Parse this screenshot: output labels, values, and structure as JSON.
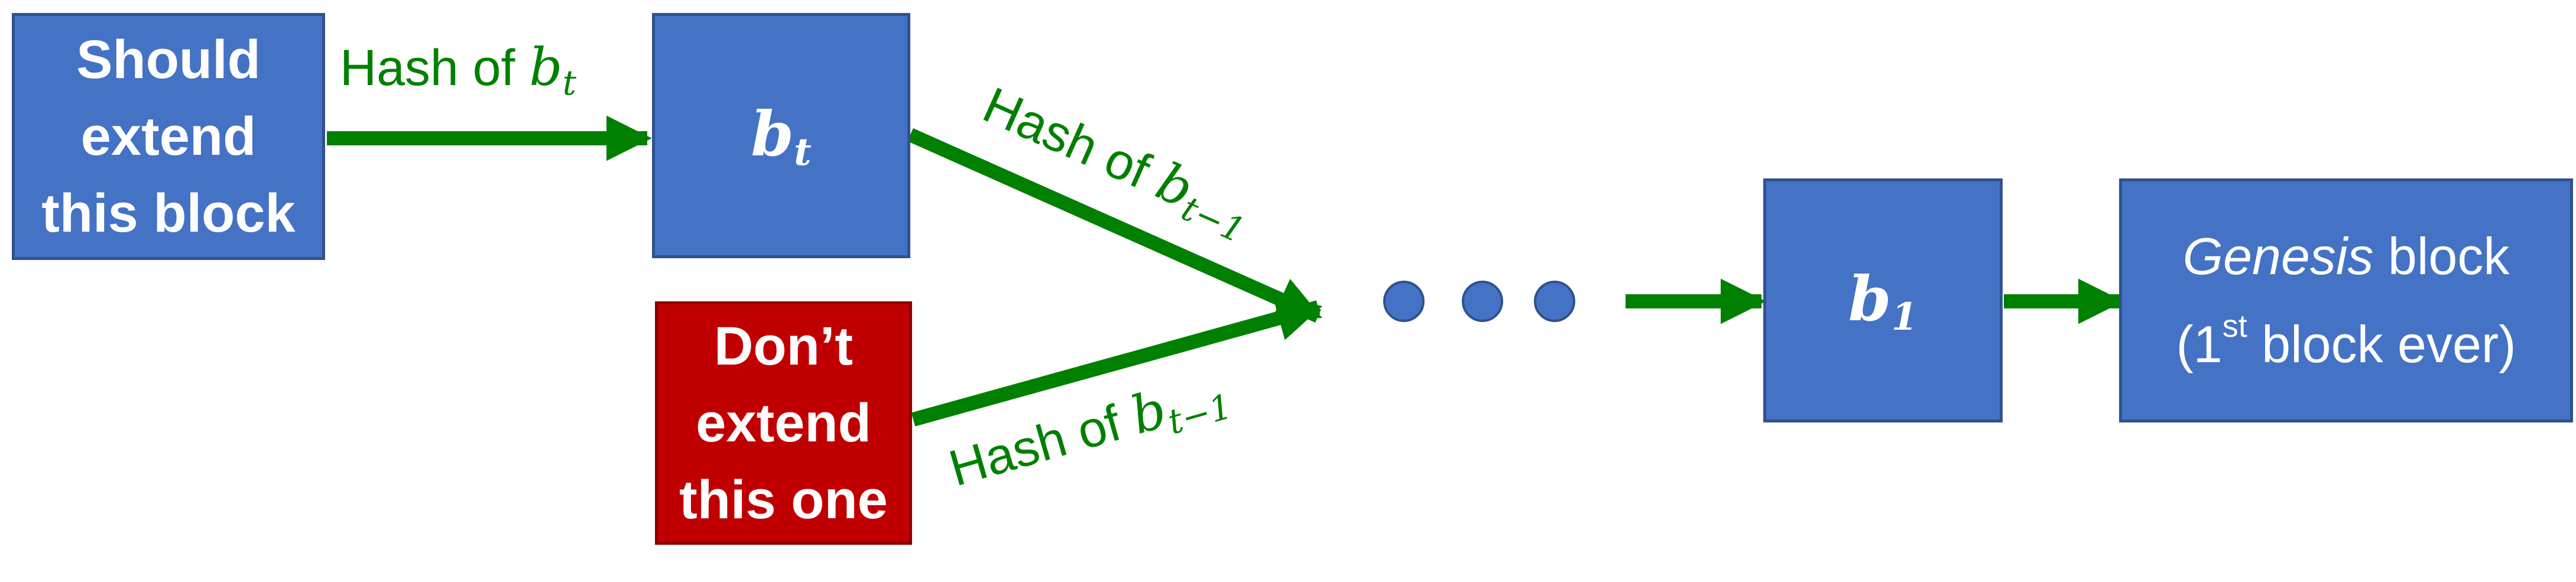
{
  "colors": {
    "box_blue": "#4472c4",
    "box_red": "#c00000",
    "arrow_green": "#008000",
    "dot_blue": "#4472c4"
  },
  "boxes": {
    "should_extend": [
      "Should",
      "extend",
      "this block"
    ],
    "bt": {
      "base": "b",
      "sub": "t"
    },
    "dont_extend": [
      "Don’t",
      "extend",
      "this one"
    ],
    "b1": {
      "base": "b",
      "sub": "1"
    },
    "genesis": {
      "italic": "Genesis",
      "rest": " block",
      "l2_open": "(1",
      "l2_sup": "st",
      "l2_rest": " block ever)"
    }
  },
  "labels": {
    "hash_bt": {
      "text": "Hash of ",
      "var": "b",
      "sub": "t"
    },
    "hash_bt1_upper": {
      "text": "Hash of ",
      "var": "b",
      "sub": "t−1"
    },
    "hash_bt1_lower": {
      "text": "Hash of ",
      "var": "b",
      "sub": "t−1"
    }
  },
  "ellipsis_dots": 3
}
